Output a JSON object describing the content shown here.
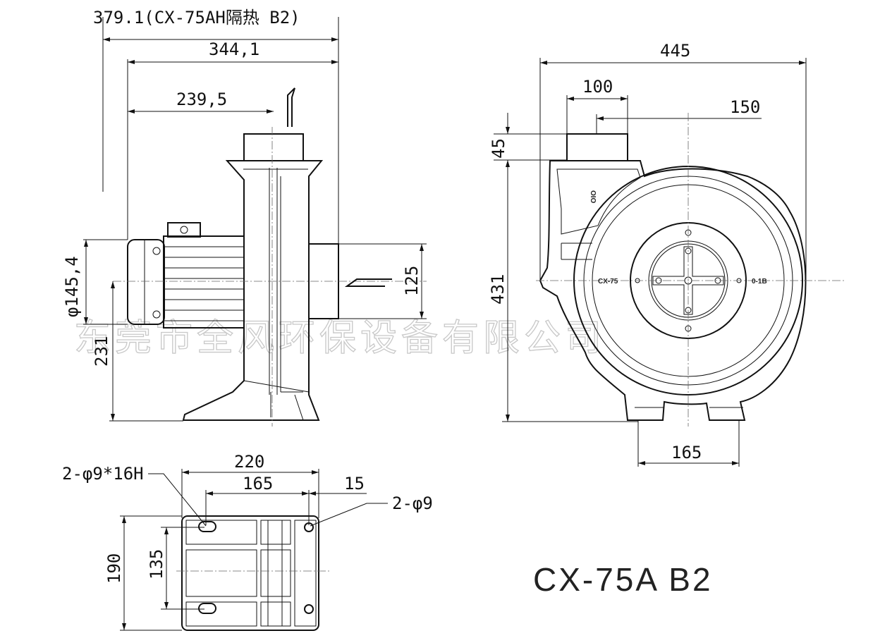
{
  "drawing": {
    "model_title": "CX-75A B2",
    "watermark": "东莞市全风环保设备有限公司",
    "side_view": {
      "overall_insulated": "379.1(CX-75AH隔热 B2)",
      "overall_length": "344,1",
      "outlet_distance": "239,5",
      "motor_diameter": "φ145,4",
      "outlet_height": "125",
      "center_height": "231"
    },
    "front_view": {
      "width": "445",
      "outlet_width": "100",
      "outlet_offset": "150",
      "outlet_height": "45",
      "total_height": "431",
      "base_span": "165",
      "label_left": "CX-75",
      "label_right": "0-1B",
      "label_vertical": "OIO"
    },
    "base_view": {
      "width": "220",
      "hole_span": "165",
      "edge_offset": "15",
      "slot_holes": "2-φ9*16H",
      "round_holes": "2-φ9",
      "depth": "190",
      "hole_depth": "135"
    }
  }
}
